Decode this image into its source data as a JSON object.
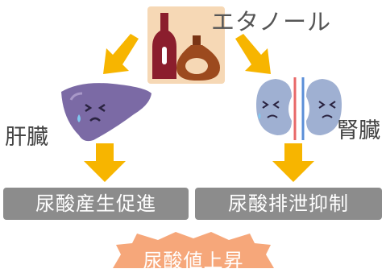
{
  "diagram": {
    "ethanol_label": "エタノール",
    "liver_label": "肝臓",
    "kidney_label": "腎臓",
    "liver_effect": "尿酸産生促進",
    "kidney_effect": "尿酸排泄抑制",
    "result": "尿酸値上昇"
  },
  "colors": {
    "arrow": "#f7b500",
    "box": "#8c8c8c",
    "burst": "#f6a77a",
    "liver": "#7b6aa5",
    "kidney": "#9fb0d2",
    "bottle_bg": "#f6d8b5",
    "wine": "#8b1e2d",
    "brandy": "#9c4a1e"
  }
}
